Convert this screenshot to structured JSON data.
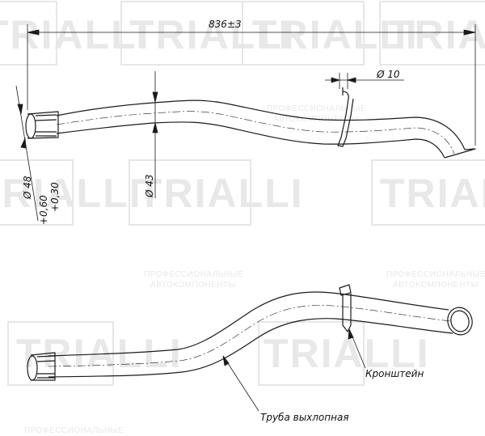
{
  "watermark": {
    "brand": "TRIALLI",
    "tagline_line1": "ПРОФЕССИОНАЛЬНЫЕ",
    "tagline_line2": "АВТОКОМПОНЕНТЫ"
  },
  "dimensions": {
    "overall_length": "836±3",
    "bracket_diameter": "Ø 10",
    "pipe_diameter": "Ø 43",
    "inlet_diameter": "Ø 48",
    "inlet_tolerance_upper": "+0,60",
    "inlet_tolerance_lower": "+0,30"
  },
  "callouts": {
    "bracket": "Кронштейн",
    "exhaust_pipe": "Труба выхлопная"
  },
  "colors": {
    "line": "#1a1a1a",
    "watermark": "#e4e4e4"
  }
}
